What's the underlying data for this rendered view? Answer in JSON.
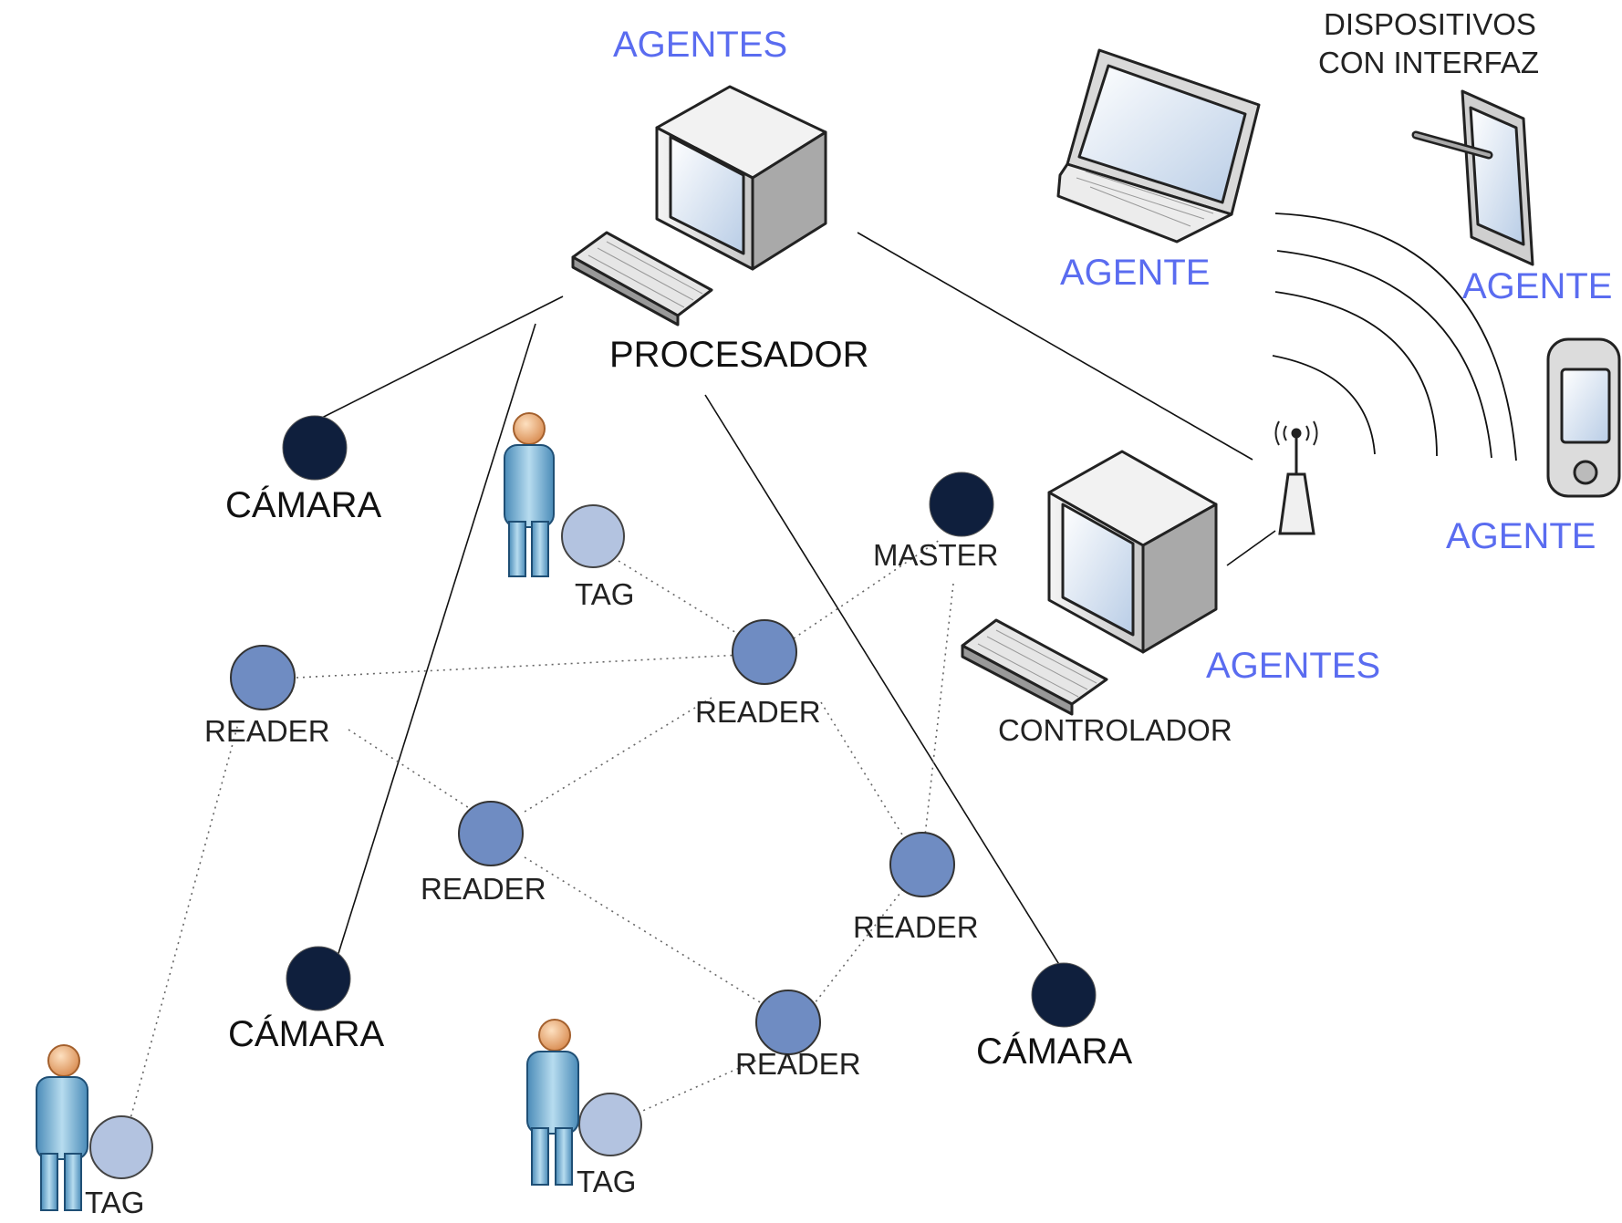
{
  "labels": {
    "agentes_top": "AGENTES",
    "procesador": "PROCESADOR",
    "dispositivos_line1": "DISPOSITIVOS",
    "dispositivos_line2": "CON INTERFAZ",
    "agente_laptop": "AGENTE",
    "agente_tablet": "AGENTE",
    "agente_pda": "AGENTE",
    "agentes_controller": "AGENTES",
    "controlador": "CONTROLADOR",
    "master": "MASTER",
    "camara": "CÁMARA",
    "reader": "READER",
    "tag": "TAG"
  },
  "colors": {
    "agent_label": "#5a6cf0",
    "camera_node": "#0f1f3d",
    "reader_node": "#6f8cc2",
    "tag_node": "#b3c3e0",
    "line": "#111111",
    "dotted_link": "#666666"
  },
  "icons": [
    "desktop-computer-icon",
    "laptop-icon",
    "tablet-icon",
    "pda-icon",
    "antenna-icon",
    "person-icon"
  ]
}
